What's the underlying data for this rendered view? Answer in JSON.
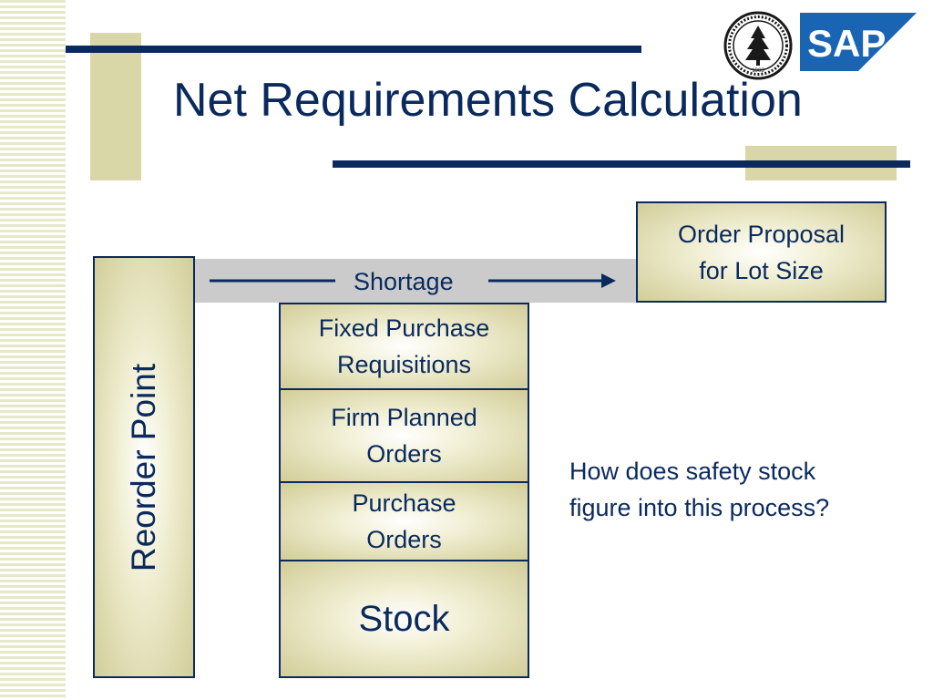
{
  "title": "Net Requirements Calculation",
  "reorder_point_label": "Reorder Point",
  "shortage_label": "Shortage",
  "order_proposal": {
    "line1": "Order Proposal",
    "line2": "for Lot Size"
  },
  "stack": [
    {
      "line1": "Fixed Purchase",
      "line2": "Requisitions"
    },
    {
      "line1": "Firm Planned",
      "line2": "Orders"
    },
    {
      "line1": "Purchase",
      "line2": "Orders"
    },
    {
      "line1": "Stock"
    }
  ],
  "question": {
    "line1": "How does safety stock",
    "line2": "figure into this process?"
  },
  "logo": {
    "sap_text": "SAP",
    "seal_year": "1903"
  },
  "colors": {
    "navy": "#0a2a5e",
    "tan": "#d9d6a8",
    "sap_blue": "#1a64b4",
    "gray_band": "#cbcbcb"
  }
}
